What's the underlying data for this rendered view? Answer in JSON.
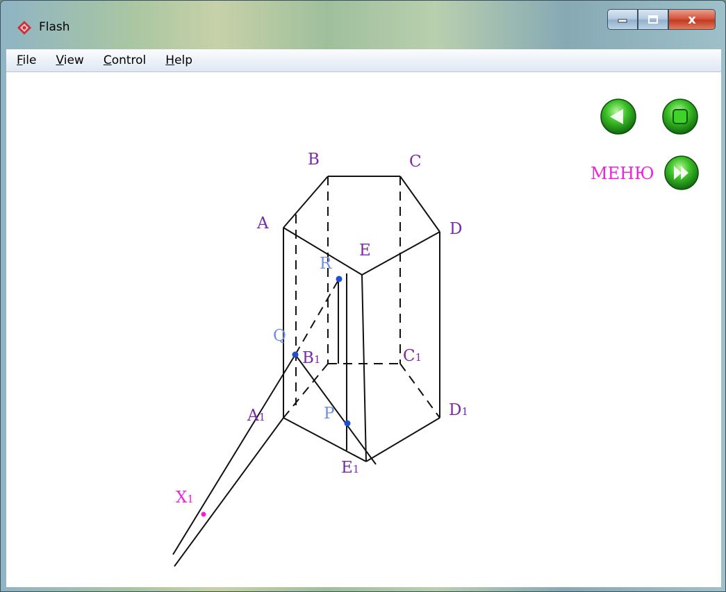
{
  "window": {
    "title": "Flash",
    "controls": {
      "minimize": "minimize",
      "maximize": "maximize",
      "close": "x"
    }
  },
  "menu": [
    "File",
    "View",
    "Control",
    "Help"
  ],
  "nav": {
    "menu_label": "МЕНЮ"
  },
  "diagram": {
    "vertices": {
      "A": "A",
      "B": "B",
      "C": "C",
      "D": "D",
      "E": "E",
      "A1": "A",
      "B1": "B",
      "C1": "C",
      "D1": "D",
      "E1": "E",
      "sub": "1"
    },
    "points": {
      "P": "P",
      "Q": "Q",
      "R": "R",
      "X1": "X",
      "X1_sub": "1"
    }
  },
  "colors": {
    "vertex_label": "#7a2aa6",
    "point_label": "#6e8fe0",
    "point_dot": "#1f4fd0",
    "intersection": "#ee22d8"
  }
}
